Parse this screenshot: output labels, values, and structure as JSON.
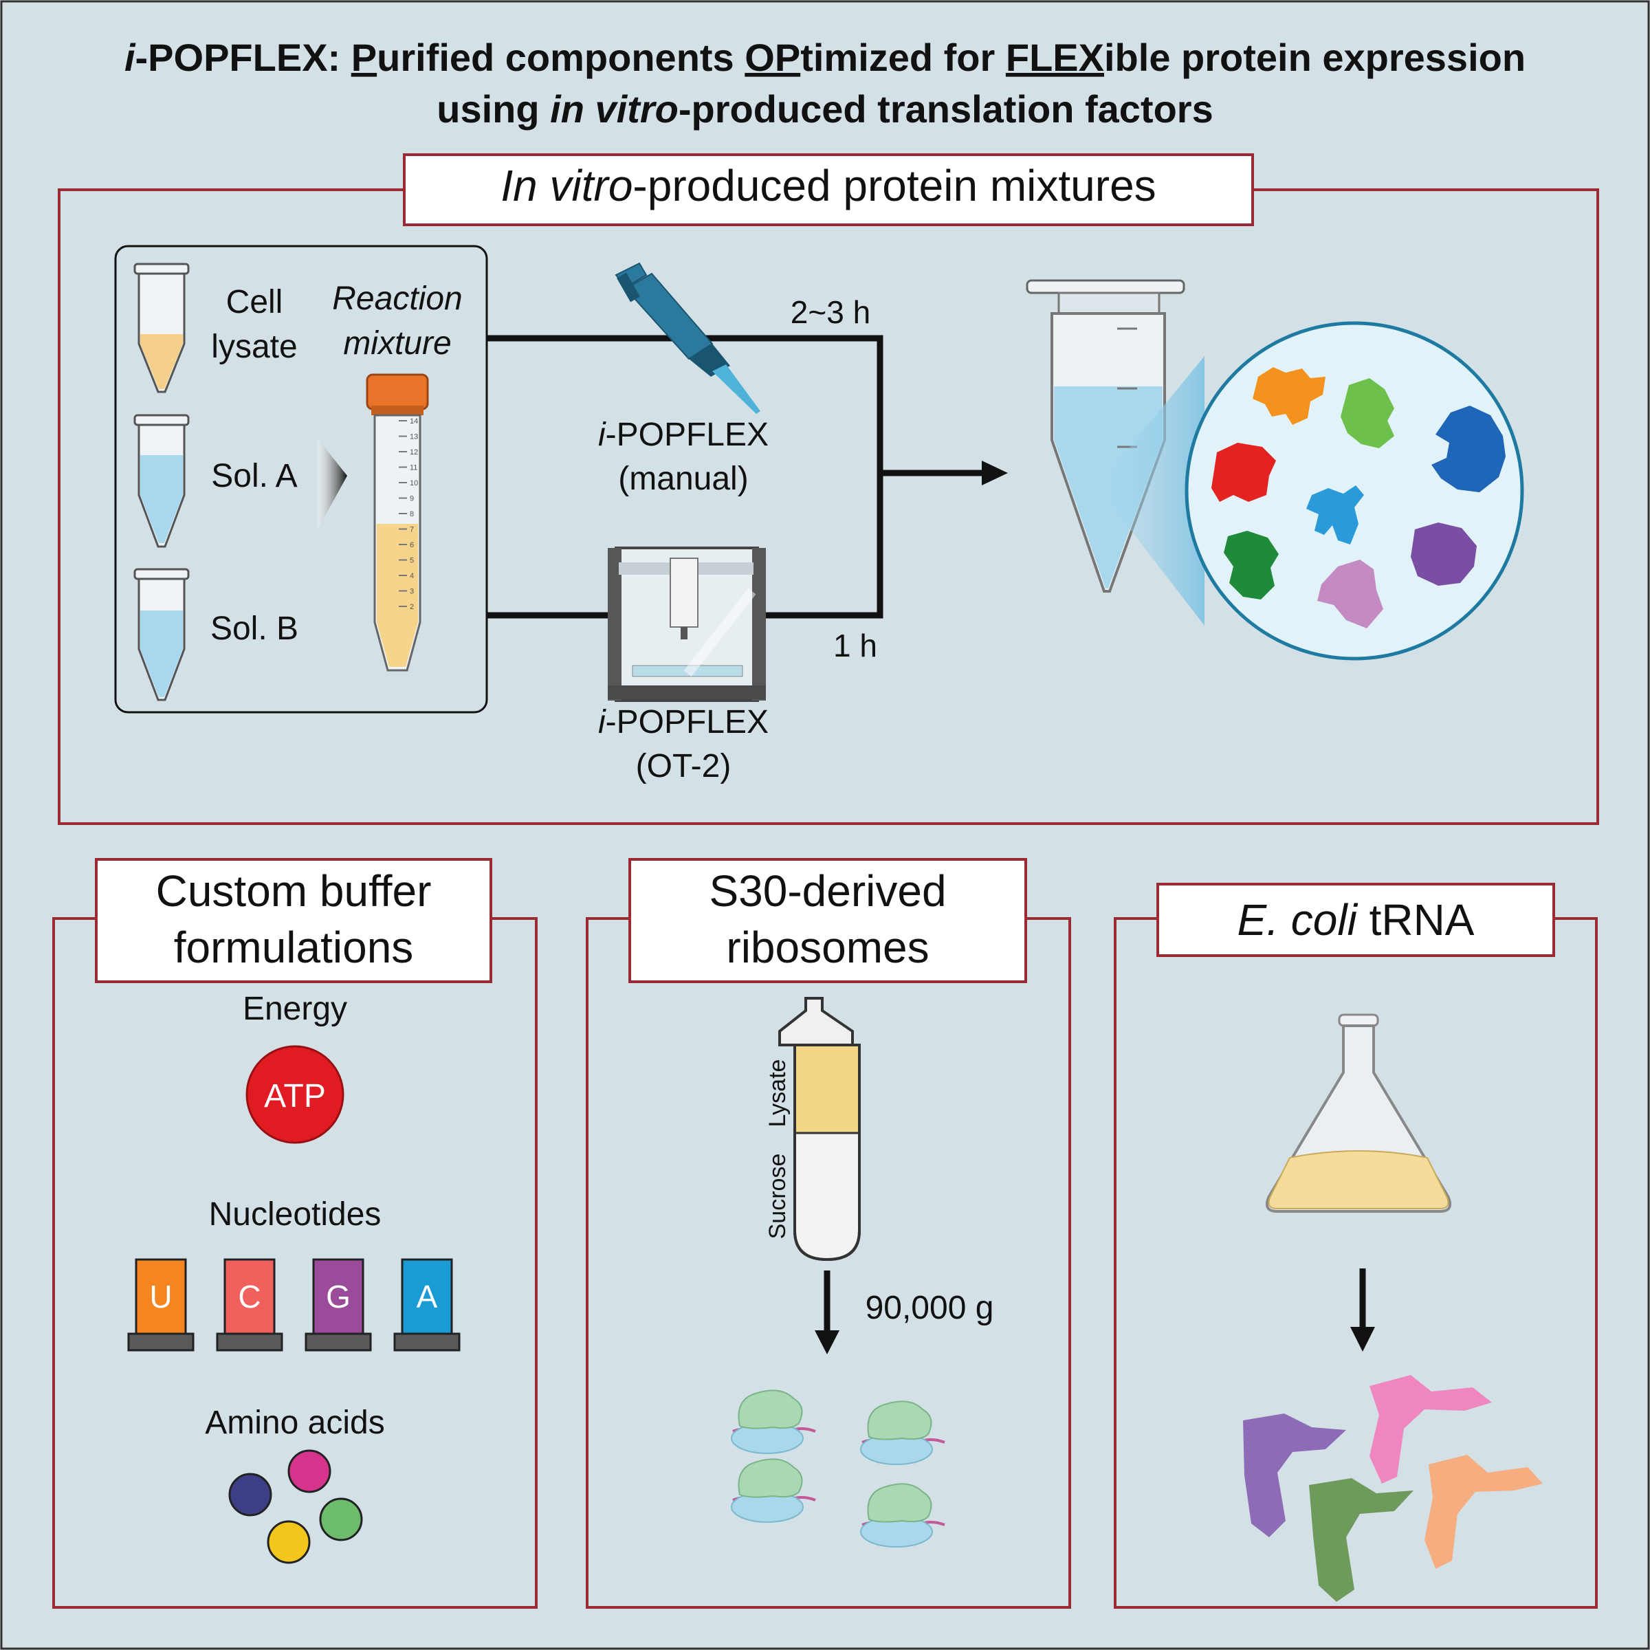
{
  "title": {
    "line1": {
      "prefix_italic": "i",
      "prefix": "-POPFLEX: ",
      "u1": "P",
      "s1": "urified components ",
      "u2": "OP",
      "s2": "timized for ",
      "u3": "FLEX",
      "s3": "ible protein expression"
    },
    "line2": {
      "pre": "using ",
      "italic": "in vitro",
      "post": "-produced translation factors"
    }
  },
  "top_panel": {
    "header": {
      "italic": "In vitro",
      "rest": "-produced protein mixtures"
    },
    "inputs": {
      "cell_lysate_1": "Cell",
      "cell_lysate_2": "lysate",
      "sol_a": "Sol. A",
      "sol_b": "Sol. B",
      "reaction_1": "Reaction",
      "reaction_2": "mixture",
      "falcon_marks": [
        "14",
        "13",
        "12",
        "11",
        "10",
        "9",
        "8",
        "7",
        "6",
        "5",
        "4",
        "3",
        "2"
      ]
    },
    "manual": {
      "time": "2~3 h",
      "label_italic": "i",
      "label_rest": "-POPFLEX",
      "sub": "(manual)"
    },
    "ot2": {
      "time": "1 h",
      "label_italic": "i",
      "label_rest": "-POPFLEX",
      "sub": "(OT-2)"
    }
  },
  "buffer_panel": {
    "header_1": "Custom buffer",
    "header_2": "formulations",
    "energy": "Energy",
    "atp": "ATP",
    "nucleotides_label": "Nucleotides",
    "nucleotides": [
      {
        "letter": "U",
        "color": "#f5861f"
      },
      {
        "letter": "C",
        "color": "#f0605d"
      },
      {
        "letter": "G",
        "color": "#9a4c9b"
      },
      {
        "letter": "A",
        "color": "#1a9bd3"
      }
    ],
    "amino_acids": "Amino acids",
    "amino_colors": [
      "#3e3e86",
      "#d6338c",
      "#6cbc6c",
      "#f2c61a"
    ]
  },
  "ribosome_panel": {
    "header_1": "S30-derived",
    "header_2": "ribosomes",
    "lysate": "Lysate",
    "sucrose": "Sucrose",
    "speed": "90,000 g"
  },
  "trna_panel": {
    "header_italic": "E. coli",
    "header_rest": " tRNA"
  },
  "colors": {
    "background": "#d3e0e6",
    "frame": "#9a2a34",
    "liquid_blue": "#a9d8ee",
    "liquid_yellow": "#f2d48a"
  }
}
